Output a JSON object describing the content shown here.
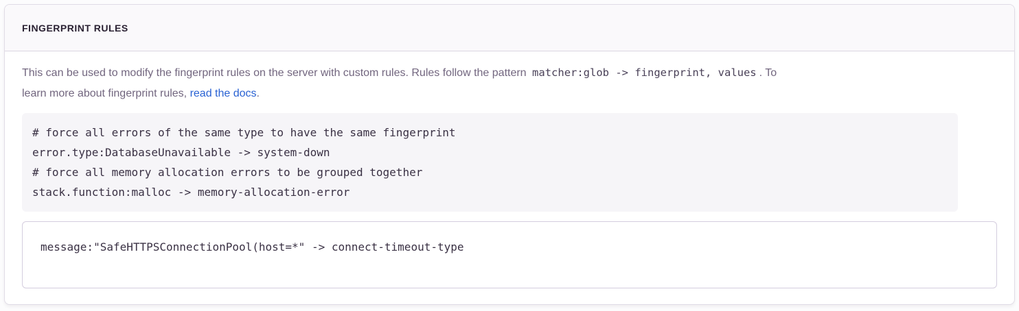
{
  "panel": {
    "title": "FINGERPRINT RULES",
    "description": {
      "text_before_pattern": "This can be used to modify the fingerprint rules on the server with custom rules. Rules follow the pattern ",
      "pattern_code": "matcher:glob -> fingerprint, values",
      "text_after_pattern": ". To",
      "line2_text": "learn more about fingerprint rules, ",
      "link_label": "read the docs",
      "line2_end": "."
    },
    "example_lines": [
      "# force all errors of the same type to have the same fingerprint",
      "error.type:DatabaseUnavailable -> system-down",
      "# force all memory allocation errors to be grouped together",
      "stack.function:malloc -> memory-allocation-error"
    ],
    "input_value": "message:\"SafeHTTPSConnectionPool(host=*\" -> connect-timeout-type"
  },
  "colors": {
    "link": "#2962d3",
    "panel_border": "#e0dce6",
    "header_bg": "#faf9fb",
    "example_bg": "#f6f5f8",
    "input_border": "#d4cdde",
    "title_text": "#2b2233",
    "body_text": "#72667f",
    "code_text": "#3a3144"
  }
}
